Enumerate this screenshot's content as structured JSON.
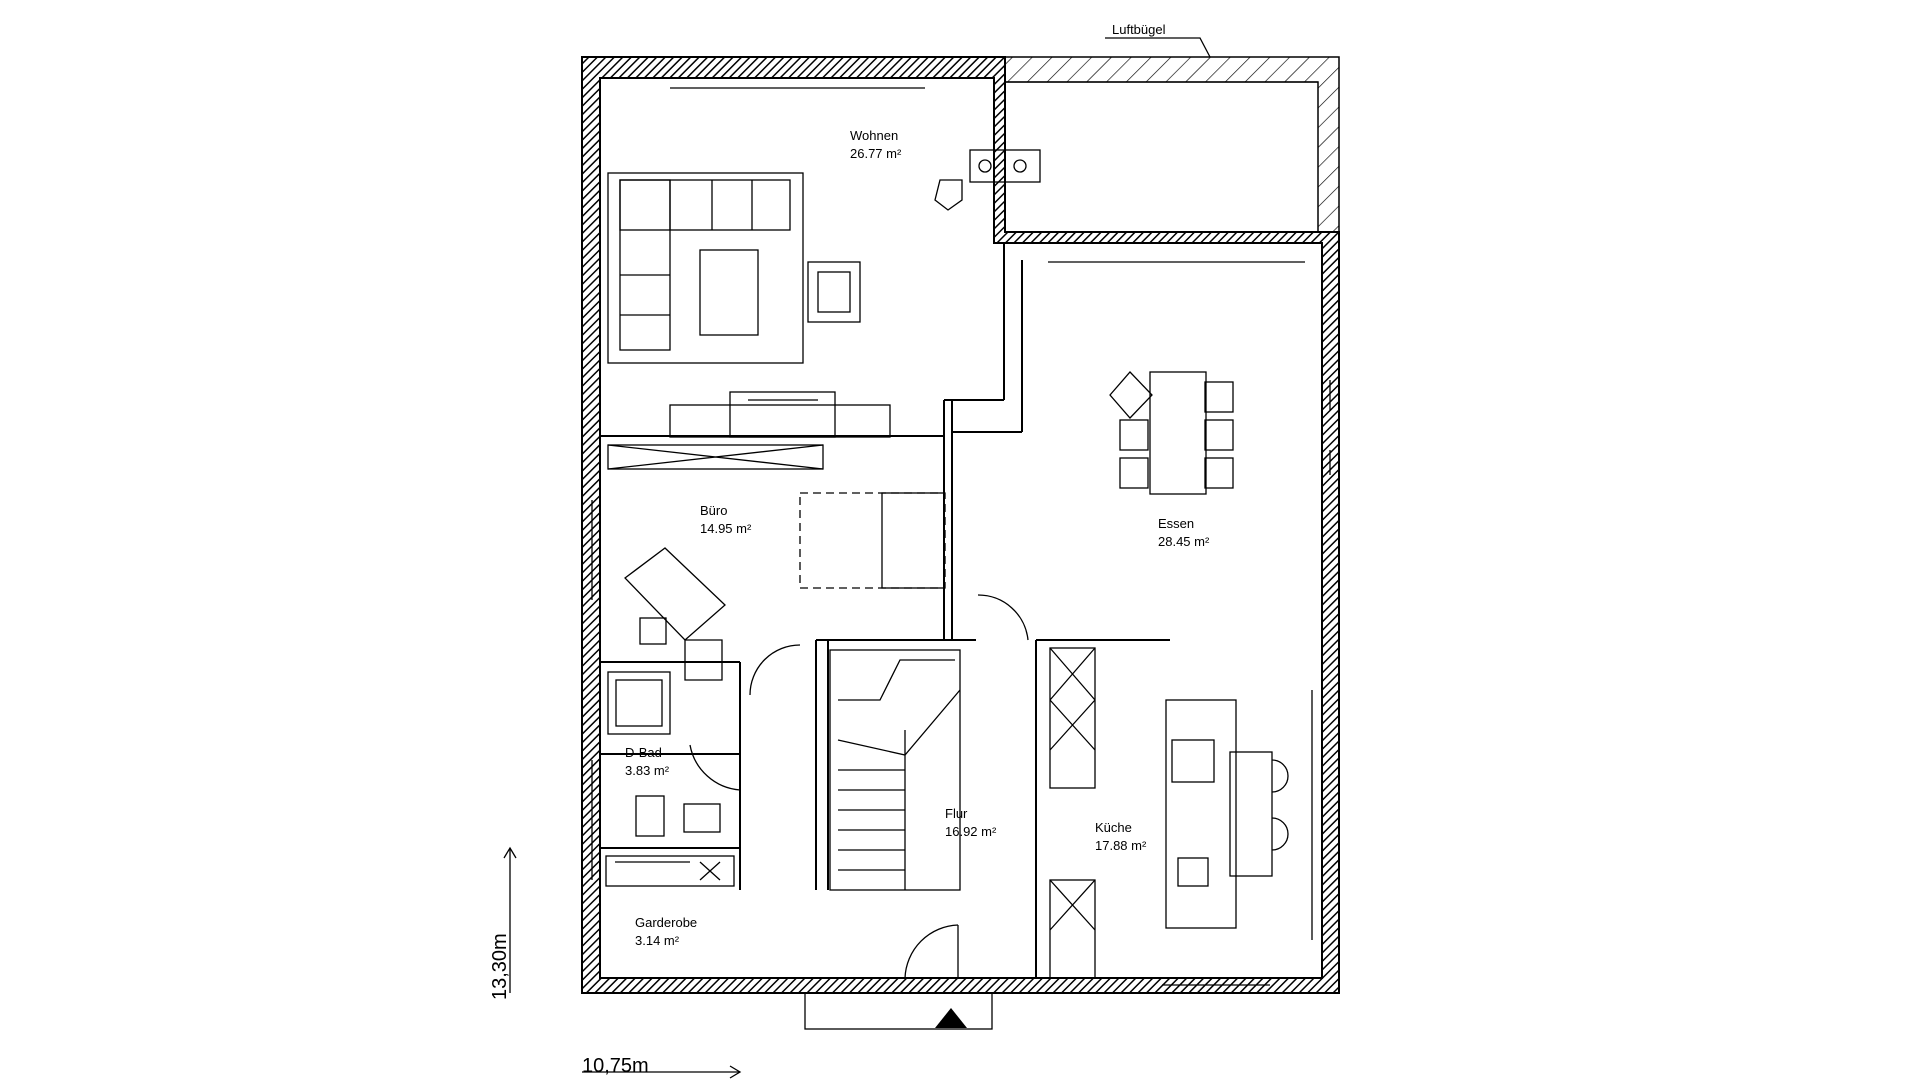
{
  "rooms": [
    {
      "name": "Wohnen",
      "area": "26.77 m²"
    },
    {
      "name": "Büro",
      "area": "14.95 m²"
    },
    {
      "name": "D-Bad",
      "area": "3.83 m²"
    },
    {
      "name": "Garderobe",
      "area": "3.14 m²"
    },
    {
      "name": "Flur",
      "area": "16.92 m²"
    },
    {
      "name": "Essen",
      "area": "28.45 m²"
    },
    {
      "name": "Küche",
      "area": "17.88 m²"
    }
  ],
  "labels": {
    "air_space": "Luftbügel"
  },
  "dimensions": {
    "height": "13,30m",
    "width": "10,75m"
  },
  "colors": {
    "line": "#000000",
    "background": "#ffffff"
  }
}
